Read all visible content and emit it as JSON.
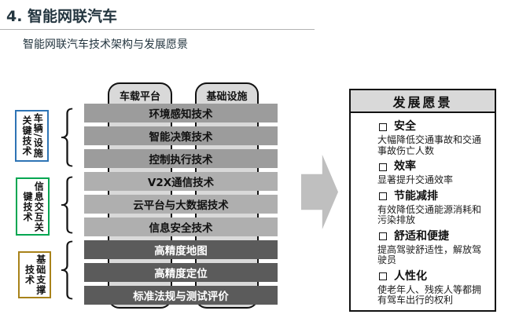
{
  "page": {
    "title": "4. 智能网联汽车",
    "subtitle": "智能网联汽车技术架构与发展愿景"
  },
  "diagram": {
    "platform_tabs": [
      {
        "label": "车载平台"
      },
      {
        "label": "基础设施"
      }
    ],
    "groups": [
      {
        "name": "车辆/设施关键技术",
        "label_right": "车辆/设施",
        "label_left": "关键技术",
        "border_color": "#2E74B5",
        "bar_color": "#9C9C9C",
        "bars": [
          "环境感知技术",
          "智能决策技术",
          "控制执行技术"
        ]
      },
      {
        "name": "信息交互关键技术",
        "label_right": "信息交互关",
        "label_left": "键技术",
        "border_color": "#00A651",
        "bar_color": "#AFAFAF",
        "bars": [
          "V2X通信技术",
          "云平台与大数据技术",
          "信息安全技术"
        ]
      },
      {
        "name": "基础支撑技术",
        "label_right": "基础支撑",
        "label_left": "技术",
        "border_color": "#A8821A",
        "bar_color": "#5B5B5B",
        "bars": [
          "高精度地图",
          "高精度定位",
          "标准法规与测试评价"
        ]
      }
    ],
    "arrow_color": "#BFBFBF"
  },
  "vision": {
    "header": "发展愿景",
    "header_bg": "#D9D9D9",
    "items": [
      {
        "title": "安全",
        "desc": "大幅降低交通事故和交通事故伤亡人数"
      },
      {
        "title": "效率",
        "desc": "显著提升交通效率"
      },
      {
        "title": "节能减排",
        "desc": "有效降低交通能源消耗和污染排放"
      },
      {
        "title": "舒适和便捷",
        "desc": "提高驾驶舒适性，解放驾驶员"
      },
      {
        "title": "人性化",
        "desc": "使老年人、残疾人等都拥有驾车出行的权利"
      }
    ]
  }
}
